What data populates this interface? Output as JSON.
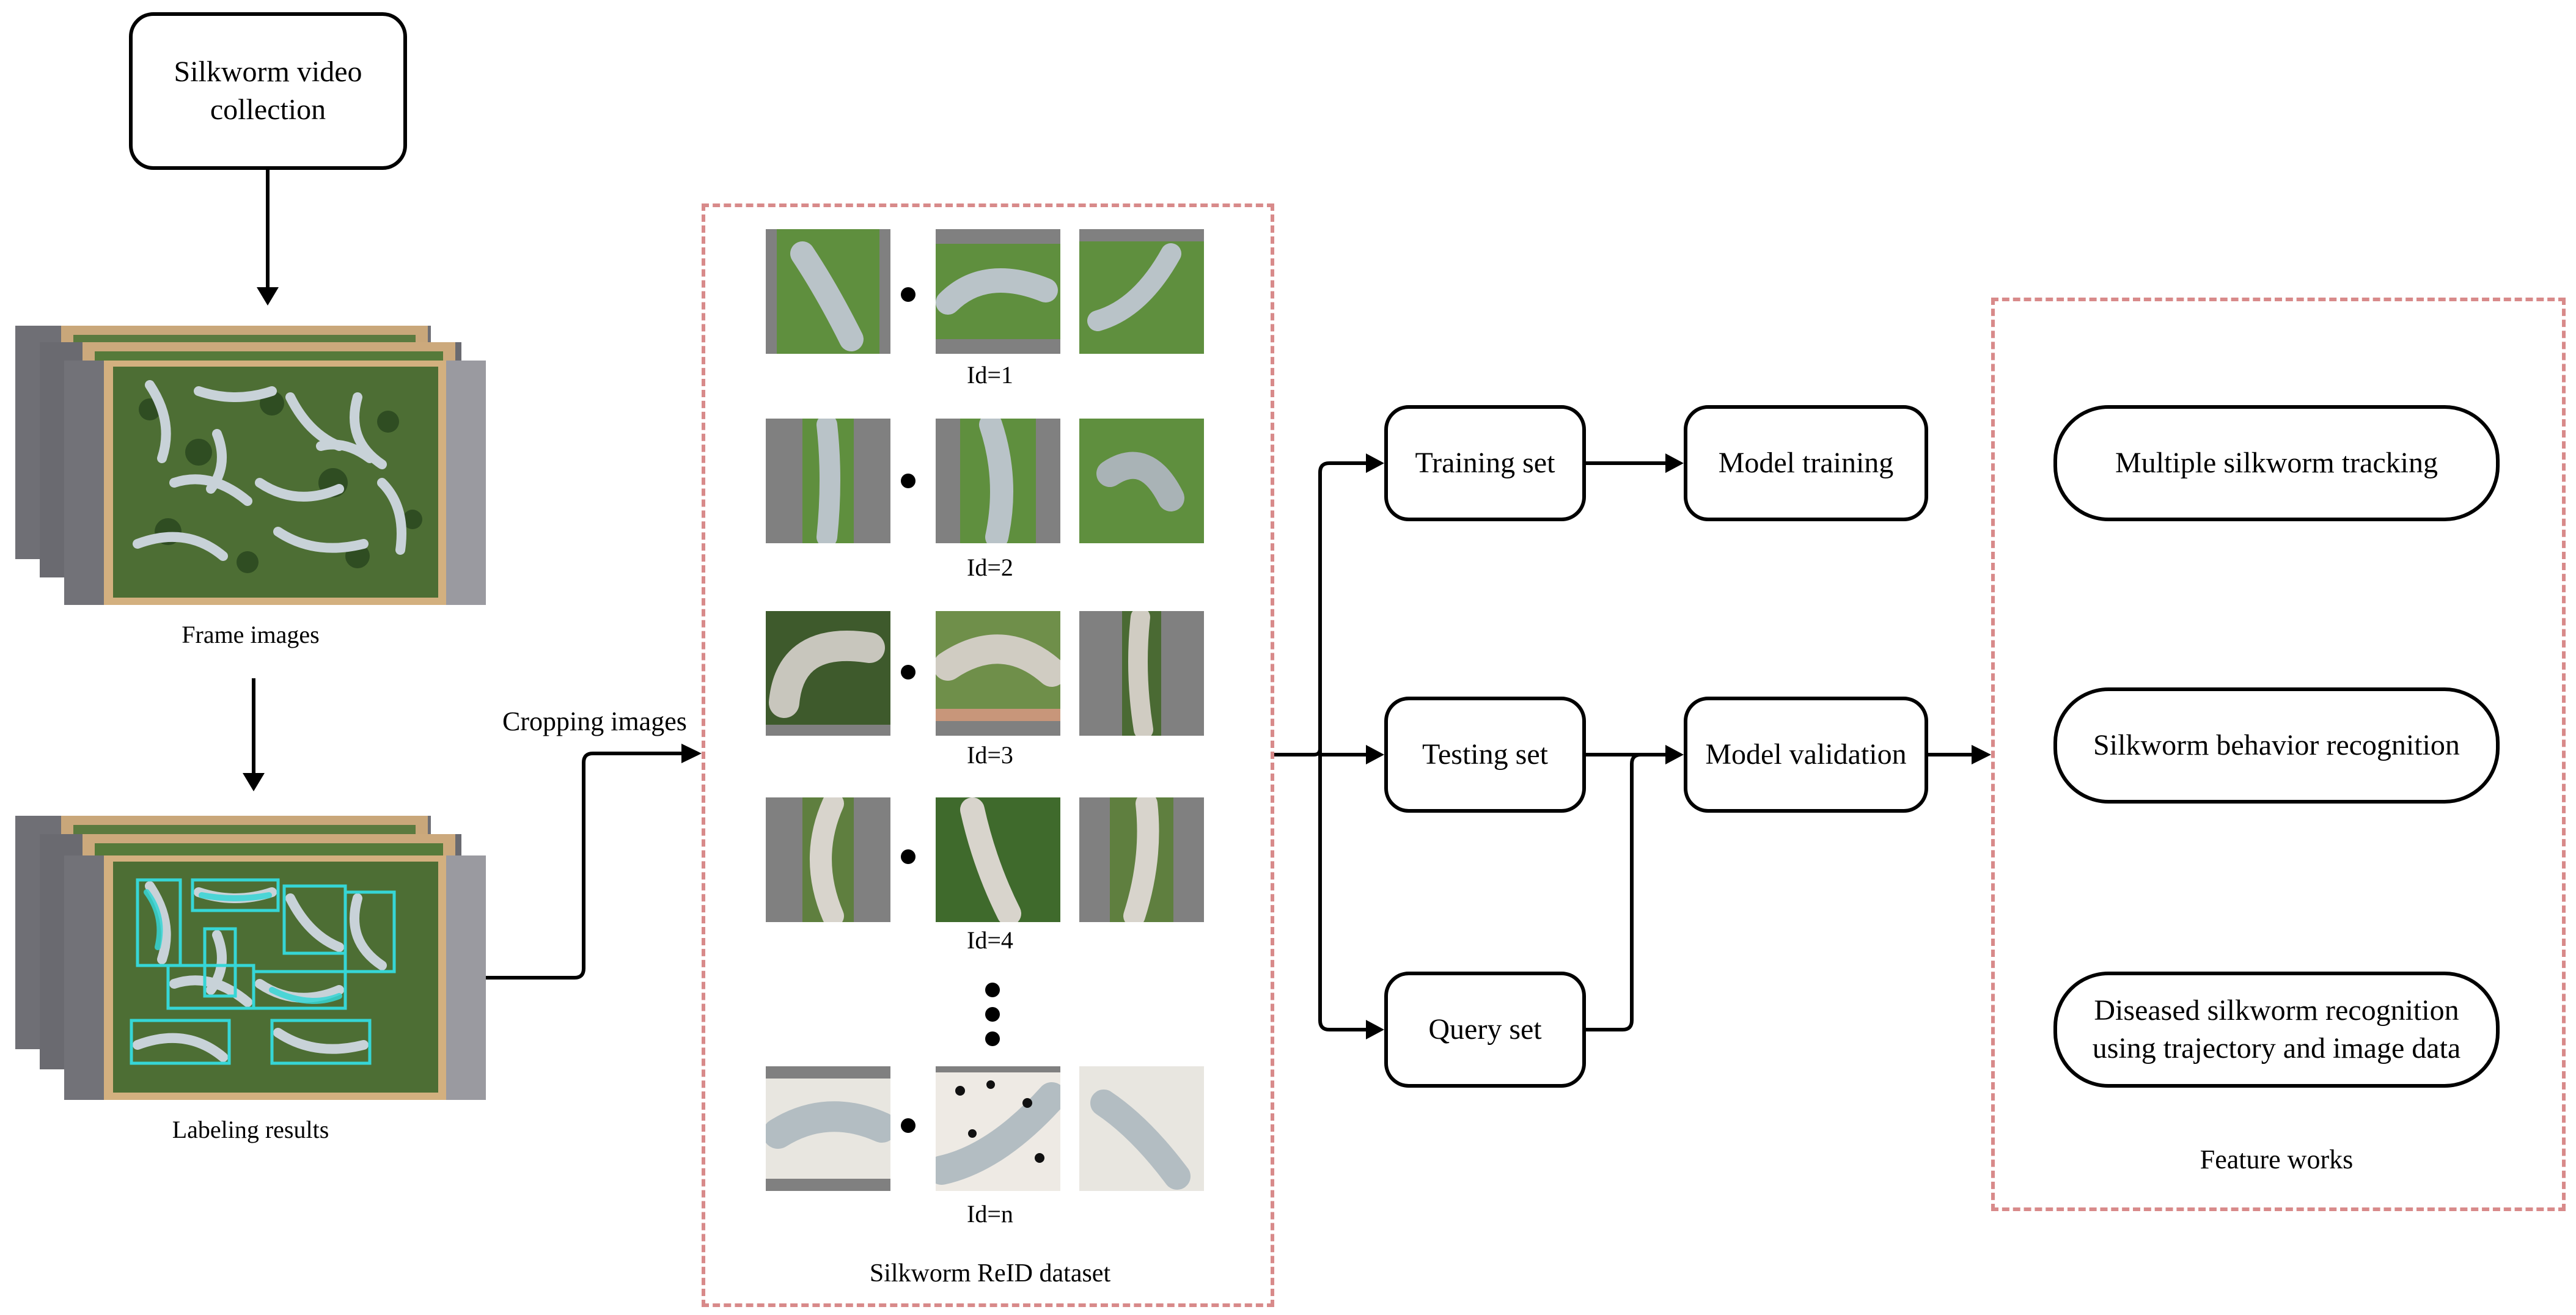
{
  "video": {
    "text_line1": "Silkworm video",
    "text_line2": "collection"
  },
  "frames": {
    "caption": "Frame images"
  },
  "labeling": {
    "caption": "Labeling results"
  },
  "cropping": {
    "label": "Cropping images"
  },
  "dataset": {
    "caption": "Silkworm ReID dataset",
    "ids": [
      "Id=1",
      "Id=2",
      "Id=3",
      "Id=4",
      "Id=n"
    ]
  },
  "sets": {
    "training": "Training set",
    "testing": "Testing set",
    "query": "Query set"
  },
  "models": {
    "training": "Model training",
    "validation": "Model validation"
  },
  "future": {
    "caption": "Feature works",
    "tracking": "Multiple silkworm tracking",
    "behavior": "Silkworm behavior recognition",
    "diseased_line1": "Diseased silkworm recognition",
    "diseased_line2": "using trajectory and image data"
  },
  "colors": {
    "dashed_border": "#d88a8a",
    "leaf_green": "#4f7a32",
    "silkworm": "#b9c3c8",
    "label_box": "#36d6d6",
    "gray_pad": "#808080"
  }
}
